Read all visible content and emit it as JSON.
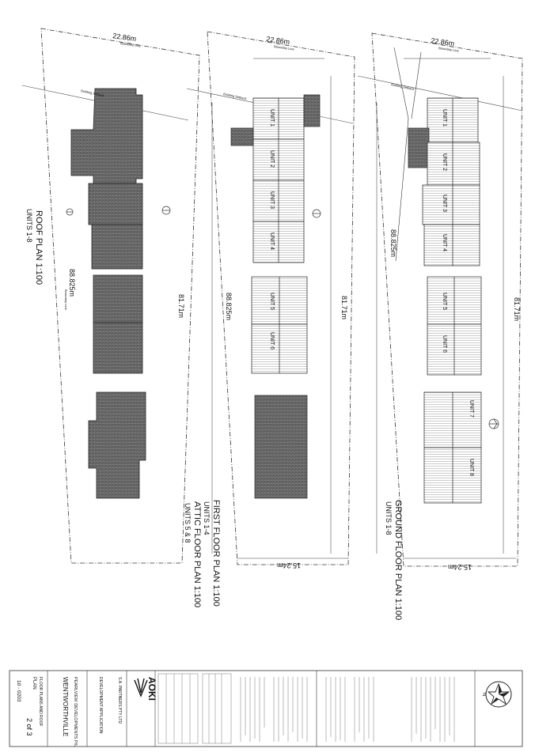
{
  "plans": {
    "roof": {
      "title": "ROOF PLAN 1:100",
      "units": "UNITS 1-8",
      "top_dim": "22.86m",
      "top_line": "Boundary Line",
      "side_dim_a": "88.825m",
      "side_dim_b": "81.71m",
      "side_line": "Boundary Line",
      "setback": "Building Setback"
    },
    "first": {
      "title": "FIRST FLOOR PLAN 1:100",
      "units": "UNITS 1-4",
      "title2": "ATTIC FLOOR PLAN 1:100",
      "units2": "UNITS 5 & 8",
      "top_dim": "22.86m",
      "top_line": "Boundary Line",
      "side_dim_a": "88.825m",
      "side_dim_b": "81.71m",
      "bottom_dim": "15.24m",
      "setback": "Building Setback",
      "unit_labels": [
        "UNIT 1",
        "UNIT 2",
        "UNIT 3",
        "UNIT 4",
        "UNIT 5",
        "UNIT 6"
      ]
    },
    "ground": {
      "title": "GROUND FLOOR PLAN 1:100",
      "units": "UNITS 1-8",
      "top_dim": "22.86m",
      "top_line": "Boundary Line",
      "side_dim_a": "88.825m",
      "side_dim_b": "81.71m",
      "bottom_dim": "15.24m",
      "setback": "Building Setback",
      "unit_labels": [
        "UNIT 1",
        "UNIT 2",
        "UNIT 3",
        "UNIT 4",
        "UNIT 5",
        "UNIT 6",
        "UNIT 7",
        "UNIT 8"
      ]
    }
  },
  "title_block": {
    "firm": "AOKI",
    "company": "S.A. PARTNERS PTY LTD",
    "application": "DEVELOPMENT APPLICATION",
    "project": "PEARLVIEW DEVELOPMENTS P/L",
    "suburb": "WENTWORTHVILLE",
    "drawing_title": "FLOOR PLANS AND ROOF",
    "drawing_type": "PLAN",
    "job_no": "10 - 0203",
    "sheet": "2 of 3",
    "north": "N"
  }
}
